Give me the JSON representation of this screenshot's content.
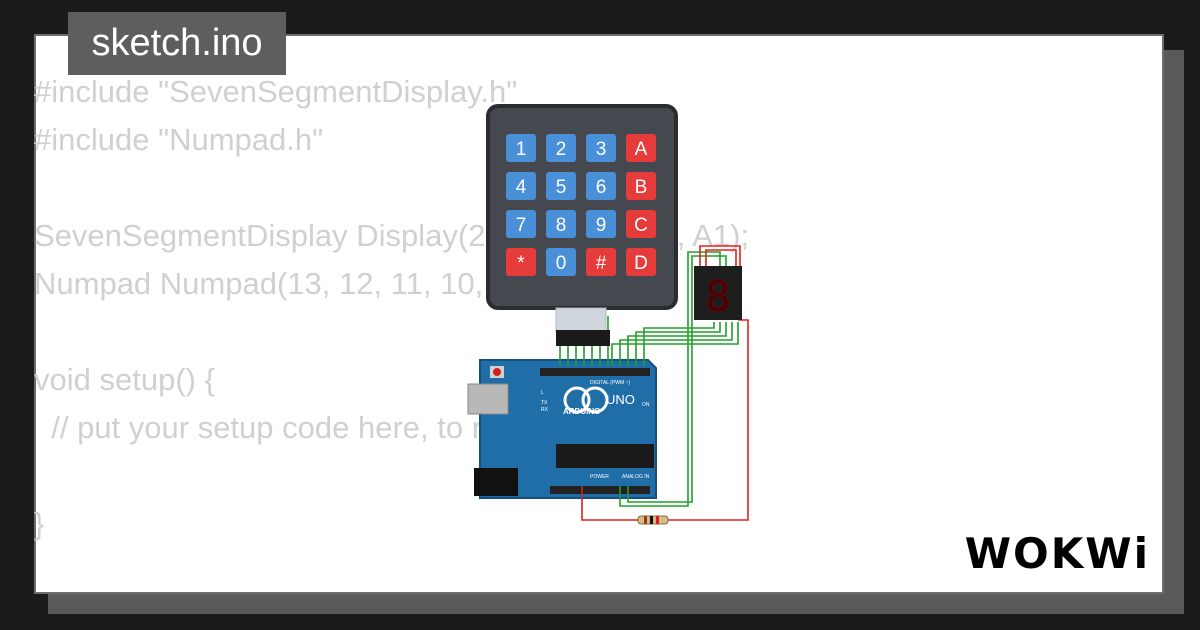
{
  "title_tab": {
    "label": "sketch.ino"
  },
  "code_lines": [
    "#include \"SevenSegmentDisplay.h\"",
    "#include \"Numpad.h\"",
    "",
    "SevenSegmentDisplay Display(2, 3, 4, 5, 6, A0, A1);",
    "Numpad Numpad(13, 12, 11, 10, 9, 8, 7);",
    "",
    "void setup() {",
    "  // put your setup code here, to run once:",
    "",
    "}"
  ],
  "keypad": {
    "keys": [
      "1",
      "2",
      "3",
      "A",
      "4",
      "5",
      "6",
      "B",
      "7",
      "8",
      "9",
      "C",
      "*",
      "0",
      "#",
      "D"
    ],
    "blue_color": "#4a90d9",
    "red_color": "#e53b3b"
  },
  "seven_segment": {
    "digit": "8"
  },
  "arduino": {
    "model_label": "UNO",
    "brand_label": "ARDUINO",
    "digital_label": "DIGITAL (PWM ~)",
    "power_label": "POWER",
    "analog_label": "ANALOG IN",
    "tx_label": "TX",
    "rx_label": "RX",
    "l_label": "L",
    "on_label": "ON",
    "board_color": "#1f6ea8"
  },
  "brand": {
    "logo_text": "WOKWi"
  },
  "colors": {
    "wire_green": "#22a02a",
    "wire_red": "#e02020"
  }
}
